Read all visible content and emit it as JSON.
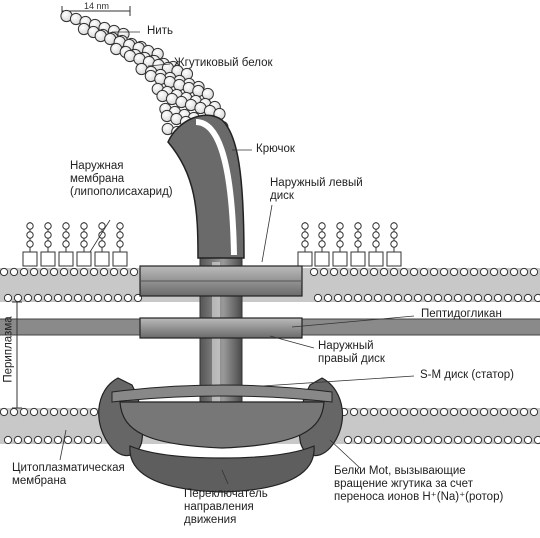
{
  "scale": {
    "text": "14 nm"
  },
  "labels": {
    "filament": "Нить",
    "flagellin": "Жгутиковый белок",
    "hook": "Крючок",
    "outer_membrane": "Наружная\nмембрана\n(липополисахарид)",
    "l_ring": "Наружный левый\nдиск",
    "peptidoglycan": "Пептидогликан",
    "p_ring": "Наружный\nправый диск",
    "periplasm": "Периплазма",
    "sm_ring": "S-M диск (статор)",
    "cytoplasmic_membrane": "Цитоплазматическая\nмембрана",
    "switch": "Переключатель\nнаправления\nдвижения",
    "mot_proteins": "Белки Mot, вызывающие\nвращение жгутика за счет\nпереноса ионов H⁺(Na)⁺(ротор)"
  }
}
